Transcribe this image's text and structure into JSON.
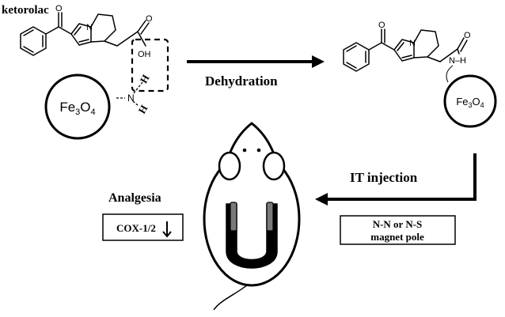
{
  "scheme": {
    "drug_label": "ketorolac",
    "left_particle": {
      "formula_main": "Fe",
      "sub1": "3",
      "mid": "O",
      "sub2": "4"
    },
    "right_particle": {
      "formula_main": "Fe",
      "sub1": "3",
      "mid": "O",
      "sub2": "4"
    },
    "atoms": {
      "ketone_o_left": "O",
      "ring_n_left": "N",
      "carbonyl_o_left": "O",
      "hydroxyl_left": "OH",
      "amine_n_left": "N",
      "amine_h1_left": "H",
      "amine_h2_left": "H",
      "ketone_o_right": "O",
      "ring_n_right": "N",
      "carbonyl_o_right": "O",
      "amide_nh_right": "N–H"
    },
    "step1_label": "Dehydration",
    "step2_label": "IT injection",
    "outcome_label": "Analgesia",
    "outcome_box": {
      "text": "COX-1/2",
      "arrow": "↓"
    },
    "magnet_box": {
      "line1": "N-N  or  N-S",
      "line2": "magnet pole"
    },
    "colors": {
      "ink": "#000000",
      "magnet_pole": "#7a7a7a",
      "background": "#ffffff"
    }
  }
}
